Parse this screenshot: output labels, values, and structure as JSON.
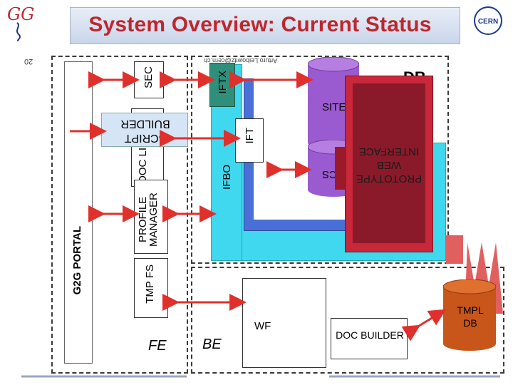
{
  "header": {
    "title": "System Overview: Current Status",
    "logo_left": "GG",
    "logo_right": "CERN"
  },
  "footer": {
    "page_number": "20",
    "author": "Arturo.Leibowitz@cern.ch"
  },
  "front_end": {
    "label": "FE",
    "portal": "G2G PORTAL",
    "sec": "SEC",
    "script_builder": "SCRIPT BUILDER",
    "doc_list": "DOC LIST",
    "profile_manager": "PROFILE MANAGER",
    "tmp_fs": "TMP FS"
  },
  "back_end": {
    "label": "BE",
    "iftx": "IFTX",
    "ift": "IFT",
    "ifbo": "IFBO",
    "db": "DB",
    "sites": "SITES",
    "docs": "DOCS",
    "wf": "WF",
    "doc_builder": "DOC BUILDER",
    "tmpl_db": "TMPL DB",
    "prototype": "PROTOTYPE WEB INTERFACE"
  },
  "colors": {
    "title_red": "#c0262c",
    "arrow_red": "#e0302c",
    "ifbo_cyan": "#3fd8ef",
    "iftx_green": "#2f8f7a",
    "cylinder_purple": "#9b5bd0",
    "prototype_red": "#c8283a",
    "tmpl_orange": "#c8551a"
  }
}
